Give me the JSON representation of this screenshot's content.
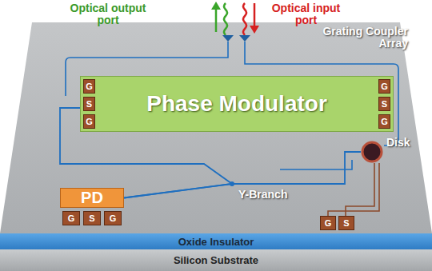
{
  "diagram": {
    "nodes": [
      {
        "text": [
          "Phase Modulator"
        ]
      },
      {
        "text": [
          "G"
        ],
        "in": 0
      },
      {
        "text": [
          "S"
        ],
        "in": 0
      },
      {
        "text": [
          "G"
        ],
        "in": 0
      },
      {
        "text": [
          "G"
        ],
        "in": 0
      },
      {
        "text": [
          "S"
        ],
        "in": 0
      },
      {
        "text": [
          "G"
        ],
        "in": 0
      },
      {
        "text": [
          "Disk"
        ]
      },
      {
        "text": [
          "PD"
        ]
      },
      {
        "text": [
          "G"
        ]
      },
      {
        "text": [
          "S"
        ]
      },
      {
        "text": [
          "G"
        ]
      },
      {
        "text": [
          "G"
        ]
      },
      {
        "text": [
          "S"
        ]
      },
      {
        "text": [
          "Oxide Insulator"
        ]
      },
      {
        "text": [
          "Silicon Substrate"
        ]
      }
    ],
    "edges": [
      {
        "from": 7,
        "to": 8,
        "arrow": "none"
      },
      {
        "from": 0,
        "to": 8,
        "arrow": "none"
      }
    ],
    "labels": [
      "Optical output port",
      "Optical input port",
      "Grating Coupler Array",
      "Y-Branch"
    ]
  }
}
